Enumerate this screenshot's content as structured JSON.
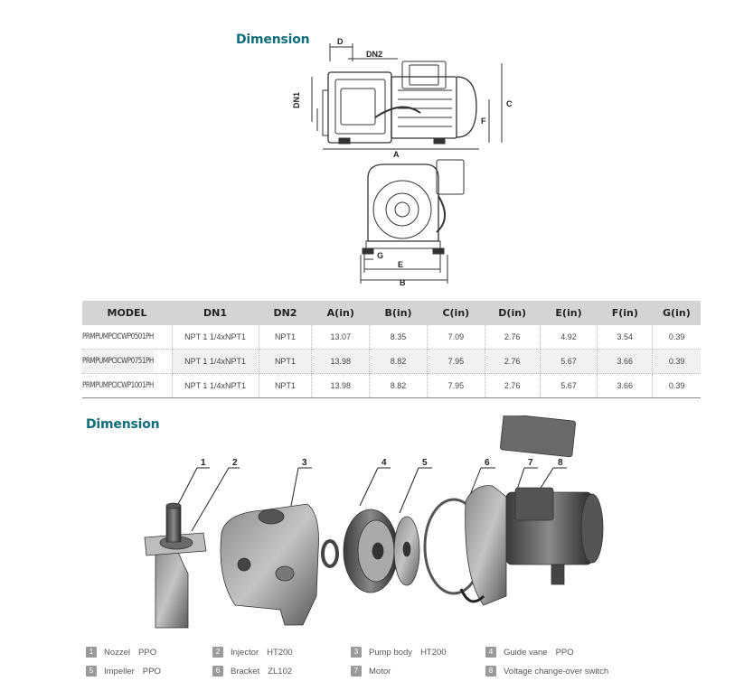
{
  "section_titles": {
    "top": "Dimension",
    "bottom": "Dimension"
  },
  "drawing_labels": {
    "D": "D",
    "DN2": "DN2",
    "DN1": "DN1",
    "C": "C",
    "F": "F",
    "A": "A",
    "G": "G",
    "E": "E",
    "B": "B"
  },
  "table": {
    "headers": [
      "MODEL",
      "DN1",
      "DN2",
      "A(in)",
      "B(in)",
      "C(in)",
      "D(in)",
      "E(in)",
      "F(in)",
      "G(in)"
    ],
    "rows": [
      [
        "PRMPUMPCICWP0501PH",
        "NPT 1 1/4xNPT1",
        "NPT1",
        "13.07",
        "8.35",
        "7.09",
        "2.76",
        "4.92",
        "3.54",
        "0.39"
      ],
      [
        "PRMPUMPCICWP0751PH",
        "NPT 1 1/4xNPT1",
        "NPT1",
        "13.98",
        "8.82",
        "7.95",
        "2.76",
        "5.67",
        "3.66",
        "0.39"
      ],
      [
        "PRMPUMPCICWP1001PH",
        "NPT 1 1/4xNPT1",
        "NPT1",
        "13.98",
        "8.82",
        "7.95",
        "2.76",
        "5.67",
        "3.66",
        "0.39"
      ]
    ]
  },
  "callouts": [
    "1",
    "2",
    "3",
    "4",
    "5",
    "6",
    "7",
    "8"
  ],
  "legend": [
    {
      "num": "1",
      "name": "Nozzel",
      "material": "PPO"
    },
    {
      "num": "2",
      "name": "Injector",
      "material": "HT200"
    },
    {
      "num": "3",
      "name": "Pump body",
      "material": "HT200"
    },
    {
      "num": "4",
      "name": "Guide vane",
      "material": "PPO"
    },
    {
      "num": "5",
      "name": "Impeller",
      "material": "PPO"
    },
    {
      "num": "6",
      "name": "Bracket",
      "material": "ZL102"
    },
    {
      "num": "7",
      "name": "Motor",
      "material": ""
    },
    {
      "num": "8",
      "name": "Voltage change-over switch",
      "material": ""
    }
  ]
}
